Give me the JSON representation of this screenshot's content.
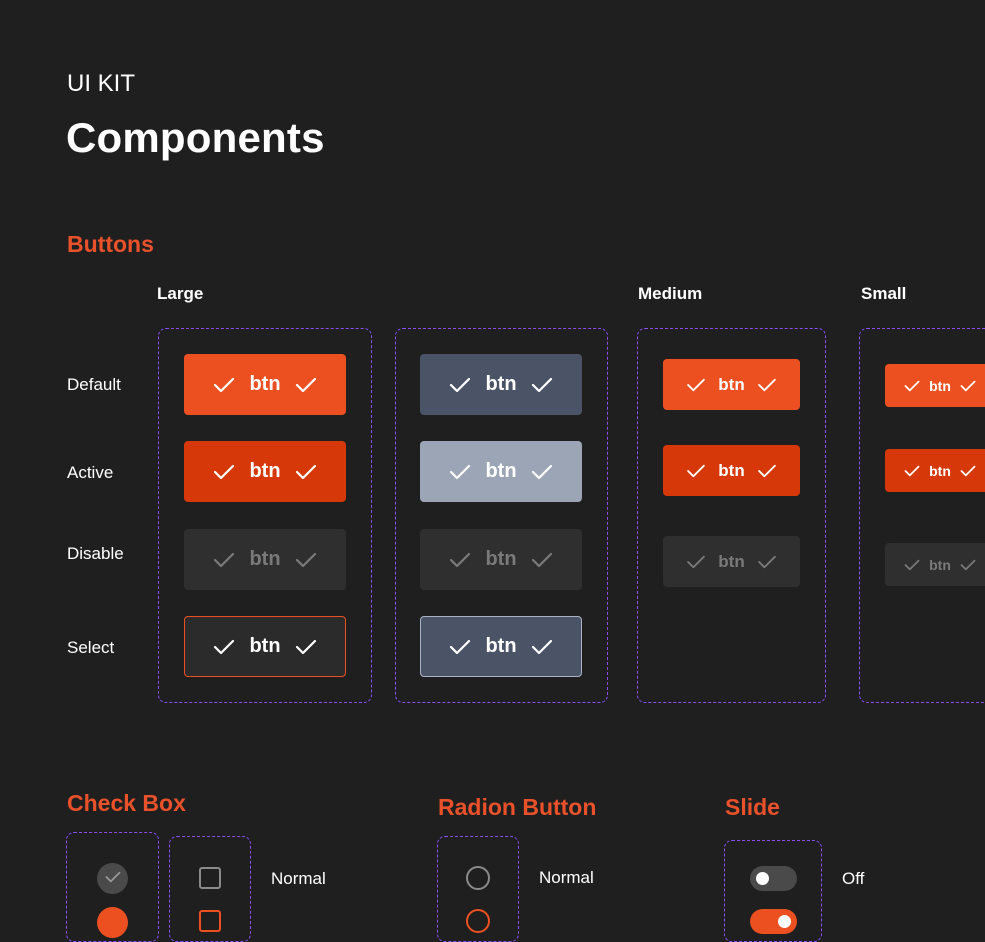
{
  "header": {
    "kicker": "UI KIT",
    "title": "Components"
  },
  "buttons": {
    "section_title": "Buttons",
    "size_labels": {
      "large": "Large",
      "medium": "Medium",
      "small": "Small"
    },
    "row_labels": [
      "Default",
      "Active",
      "Disable",
      "Select"
    ],
    "button_label": "btn",
    "icon": "check-icon",
    "colors": {
      "primary": "#ec5021",
      "primary_active": "#d6380a",
      "secondary": "#4a5466",
      "secondary_active": "#9ca5b5",
      "disabled": "#2f2f2f",
      "frame_dash": "#8a4fff"
    }
  },
  "checkbox": {
    "section_title": "Check Box",
    "labels": [
      "Normal"
    ]
  },
  "radio": {
    "section_title": "Radion Button",
    "labels": [
      "Normal"
    ]
  },
  "slide": {
    "section_title": "Slide",
    "labels": [
      "Off"
    ]
  }
}
